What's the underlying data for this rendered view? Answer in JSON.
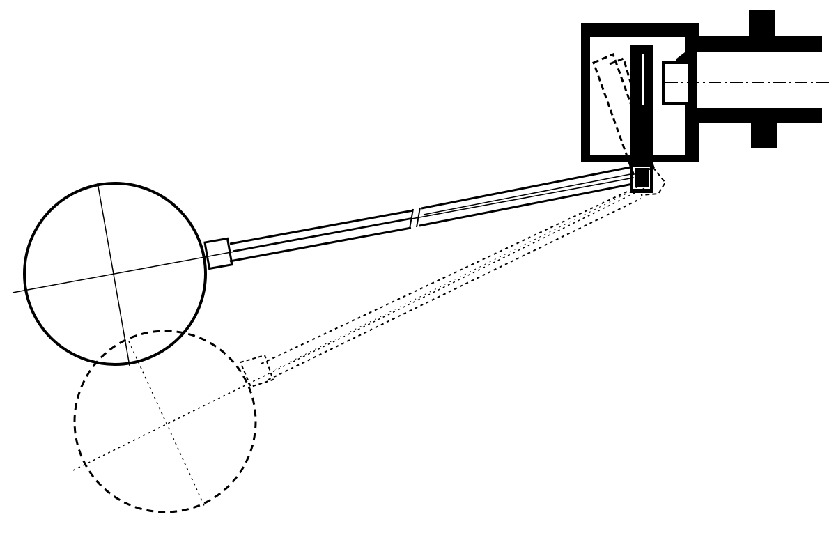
{
  "diagram": {
    "subject": "float-valve-technical-drawing",
    "colors": {
      "ink": "#000000",
      "background": "#ffffff"
    },
    "states": [
      "float-raised",
      "float-lowered-dashed"
    ]
  }
}
